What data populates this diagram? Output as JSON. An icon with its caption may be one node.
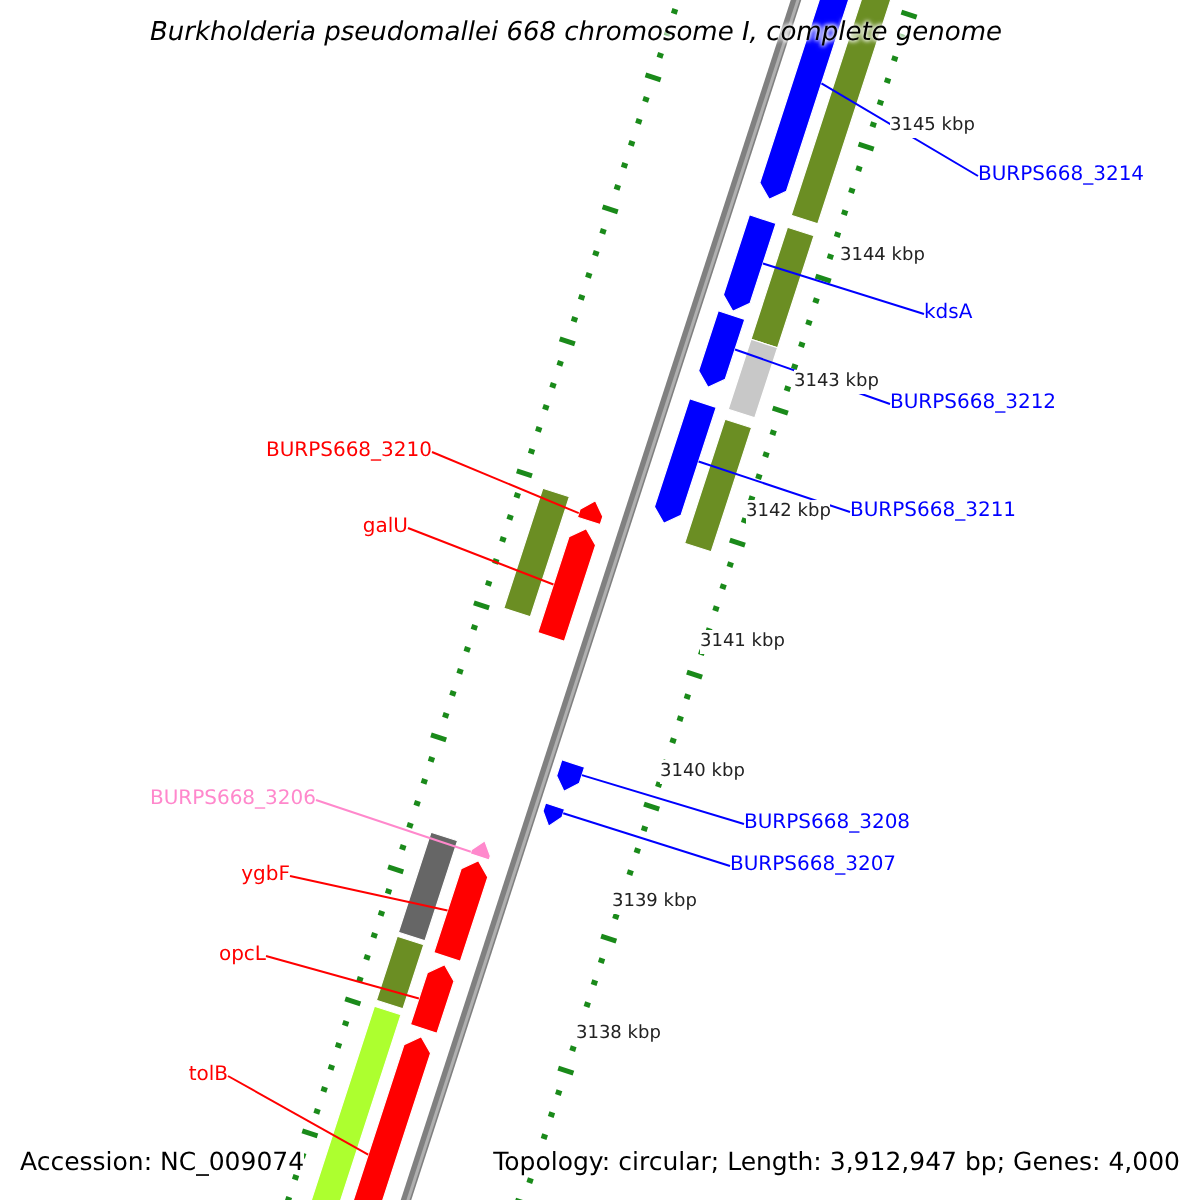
{
  "diagram": {
    "title": "Burkholderia pseudomallei 668 chromosome I, complete genome",
    "nodes": [
      {
        "text": [
          "BURPS668_3214"
        ]
      },
      {
        "text": [
          "kdsA"
        ]
      },
      {
        "text": [
          "BURPS668_3212"
        ]
      },
      {
        "text": [
          "BURPS668_3211"
        ]
      },
      {
        "text": [
          "BURPS668_3210"
        ]
      },
      {
        "text": [
          "galU"
        ]
      },
      {
        "text": [
          "BURPS668_3208"
        ]
      },
      {
        "text": [
          "BURPS668_3207"
        ]
      },
      {
        "text": [
          "BURPS668_3206"
        ]
      },
      {
        "text": [
          "ygbF"
        ]
      },
      {
        "text": [
          "opcL"
        ]
      },
      {
        "text": [
          "tolB"
        ]
      },
      {
        "text": [],
        "shape": "arrow"
      },
      {
        "text": [],
        "shape": "arrow"
      },
      {
        "text": [],
        "shape": "arrow"
      },
      {
        "text": [],
        "shape": "arrow"
      },
      {
        "text": [],
        "shape": "arrow"
      },
      {
        "text": [],
        "shape": "arrow"
      },
      {
        "text": [],
        "shape": "arrow"
      },
      {
        "text": [],
        "shape": "arrow"
      },
      {
        "text": [],
        "shape": "arrow"
      },
      {
        "text": [],
        "shape": "arrow"
      },
      {
        "text": [],
        "shape": "arrow"
      },
      {
        "text": [],
        "shape": "arrow"
      }
    ],
    "edges": [
      {
        "from": 0,
        "to": 12,
        "arrow": "none",
        "color": "#0000ff"
      },
      {
        "from": 1,
        "to": 13,
        "arrow": "none",
        "color": "#0000ff"
      },
      {
        "from": 2,
        "to": 14,
        "arrow": "none",
        "color": "#0000ff"
      },
      {
        "from": 3,
        "to": 15,
        "arrow": "none",
        "color": "#0000ff"
      },
      {
        "from": 4,
        "to": 16,
        "arrow": "none",
        "color": "#ff0000"
      },
      {
        "from": 5,
        "to": 17,
        "arrow": "none",
        "color": "#ff0000"
      },
      {
        "from": 6,
        "to": 18,
        "arrow": "none",
        "color": "#0000ff"
      },
      {
        "from": 7,
        "to": 19,
        "arrow": "none",
        "color": "#0000ff"
      },
      {
        "from": 8,
        "to": 20,
        "arrow": "none",
        "color": "#ff88cc"
      },
      {
        "from": 9,
        "to": 21,
        "arrow": "none",
        "color": "#ff0000"
      },
      {
        "from": 10,
        "to": 22,
        "arrow": "none",
        "color": "#ff0000"
      },
      {
        "from": 11,
        "to": 23,
        "arrow": "none",
        "color": "#ff0000"
      }
    ],
    "labels": [
      "3145 kbp",
      "3144 kbp",
      "3143 kbp",
      "3142 kbp",
      "3141 kbp",
      "3140 kbp",
      "3139 kbp",
      "3138 kbp",
      "Accession: NC_009074",
      "Topology: circular; Length: 3,912,947 bp; Genes: 4,000"
    ]
  }
}
